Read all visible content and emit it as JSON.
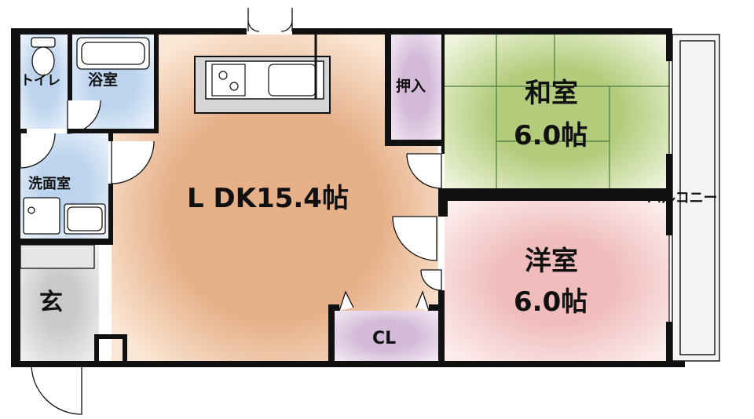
{
  "rooms": {
    "toilet": "トイレ",
    "bath": "浴室",
    "washroom": "洗面室",
    "entrance": "玄",
    "ldk": "L DK15.4帖",
    "closet_oshiire": "押入",
    "washitsu_name": "和室",
    "washitsu_size": "6.0帖",
    "youshitsu_name": "洋室",
    "youshitsu_size": "6.0帖",
    "cl": "CL",
    "balcony": "バルコニー"
  },
  "colors": {
    "wall": "#111111",
    "ldk_floor": "#e8b48a",
    "washitsu_floor": "#b9cf86",
    "youshitsu_floor": "#f2c6c6",
    "wet_area": "#c9dcf0",
    "storage": "#d9c3dc",
    "entrance_floor": "#d4d4d4"
  }
}
